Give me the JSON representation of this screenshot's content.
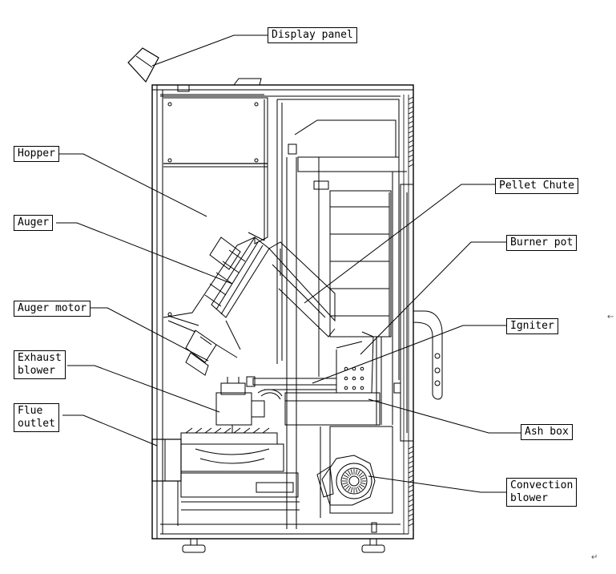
{
  "labels": {
    "display_panel": "Display panel",
    "hopper": "Hopper",
    "auger": "Auger",
    "auger_motor": "Auger motor",
    "exhaust_blower": "Exhaust\nblower",
    "flue_outlet": "Flue\noutlet",
    "pellet_chute": "Pellet Chute",
    "burner_pot": "Burner pot",
    "igniter": "Igniter",
    "ash_box": "Ash box",
    "convection_blower": "Convection\nblower"
  },
  "marks": {
    "side_mark": "←",
    "bottom_mark": "↵"
  },
  "colors": {
    "line": "#000000",
    "background": "#ffffff"
  }
}
